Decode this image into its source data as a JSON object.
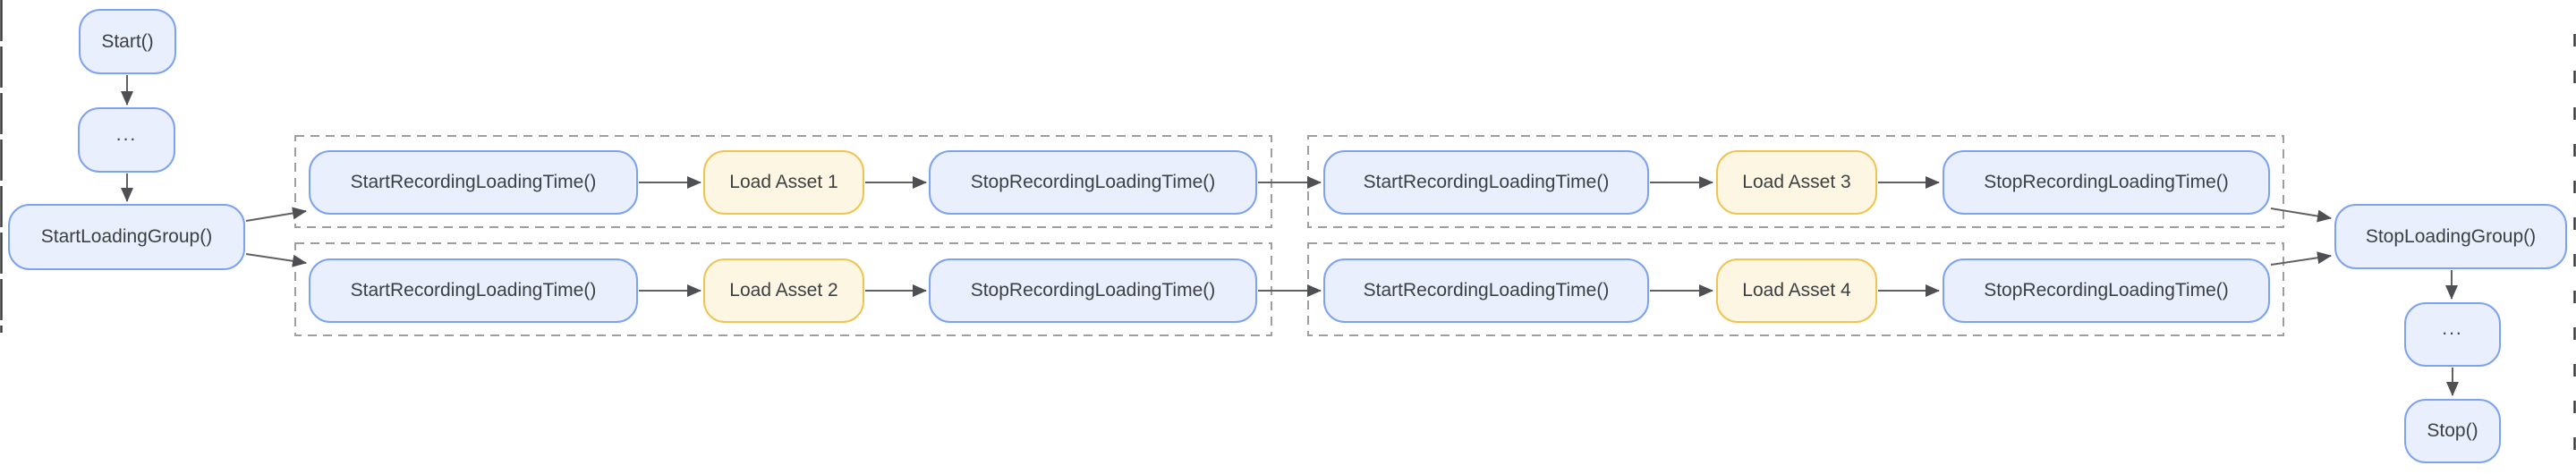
{
  "diagram": {
    "entry": {
      "start": "Start()",
      "ellipsis": "...",
      "start_loading_group": "StartLoadingGroup()"
    },
    "groups": [
      {
        "lanes": [
          {
            "start_recording": "StartRecordingLoadingTime()",
            "load_asset": "Load Asset 1",
            "stop_recording": "StopRecordingLoadingTime()"
          },
          {
            "start_recording": "StartRecordingLoadingTime()",
            "load_asset": "Load Asset 2",
            "stop_recording": "StopRecordingLoadingTime()"
          }
        ]
      },
      {
        "lanes": [
          {
            "start_recording": "StartRecordingLoadingTime()",
            "load_asset": "Load Asset 3",
            "stop_recording": "StopRecordingLoadingTime()"
          },
          {
            "start_recording": "StartRecordingLoadingTime()",
            "load_asset": "Load Asset 4",
            "stop_recording": "StopRecordingLoadingTime()"
          }
        ]
      }
    ],
    "exit": {
      "stop_loading_group": "StopLoadingGroup()",
      "ellipsis": "...",
      "stop": "Stop()"
    },
    "colors": {
      "process_node_fill": "#e9effd",
      "process_node_border": "#7da2f0",
      "asset_node_fill": "#fdf6e2",
      "asset_node_border": "#f0c453",
      "node_text": "#3c4043",
      "connector": "#5f6368",
      "group_outline": "#9e9e9e",
      "background": "#ffffff"
    }
  }
}
